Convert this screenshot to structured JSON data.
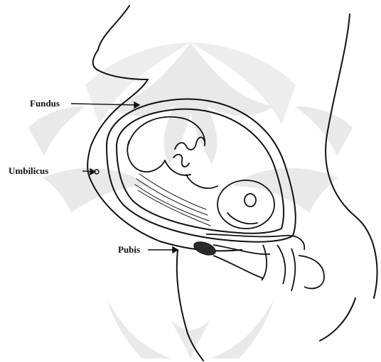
{
  "labels": {
    "fundus": "Fundus",
    "umbilicus": "Umbilicus",
    "pubis": "Pubis"
  },
  "colors": {
    "ink": "#111111",
    "watermark": "#e9e9e9",
    "background": "#ffffff"
  },
  "watermark": "university-seal-emblem"
}
